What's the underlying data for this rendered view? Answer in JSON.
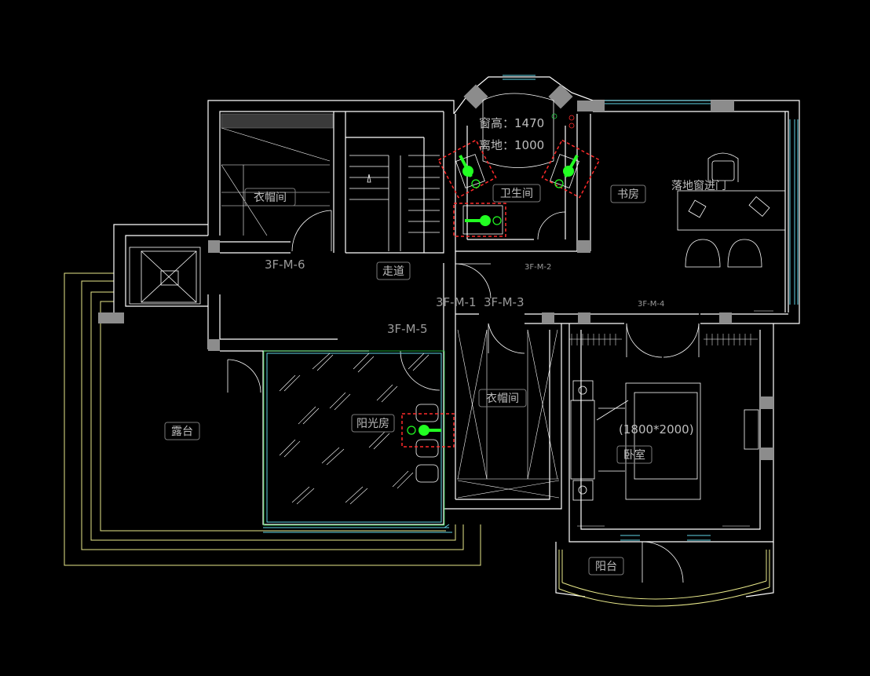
{
  "colors": {
    "background": "#000000",
    "wall": "#ffffff",
    "wall_block": "#8c8c8c",
    "window": "#5fd3e6",
    "terrace_outline": "#e8e88a",
    "marker": "#ff2a2a",
    "fixture": "#22ff22"
  },
  "rooms": {
    "cloakroom_top": "衣帽间",
    "corridor": "走道",
    "bathroom": "卫生间",
    "study": "书房",
    "sunroom": "阳光房",
    "cloakroom_mid": "衣帽间",
    "bedroom": "卧室",
    "terrace": "露台",
    "balcony": "阳台"
  },
  "annotations": {
    "window_height": "窗高：1470",
    "sill_height": "离地：1000",
    "floor_window_door": "落地窗进门",
    "bed_size": "(1800*2000)"
  },
  "door_tags": {
    "m6": "3F-M-6",
    "m2": "3F-M-2",
    "m1": "3F-M-1",
    "m3": "3F-M-3",
    "m4": "3F-M-4",
    "m5": "3F-M-5"
  },
  "icons": {
    "lighting_marker": "wall-lamp-icon",
    "chair": "chair-icon",
    "armchair": "armchair-icon",
    "stair": "stair-icon",
    "elevator": "elevator-icon"
  }
}
